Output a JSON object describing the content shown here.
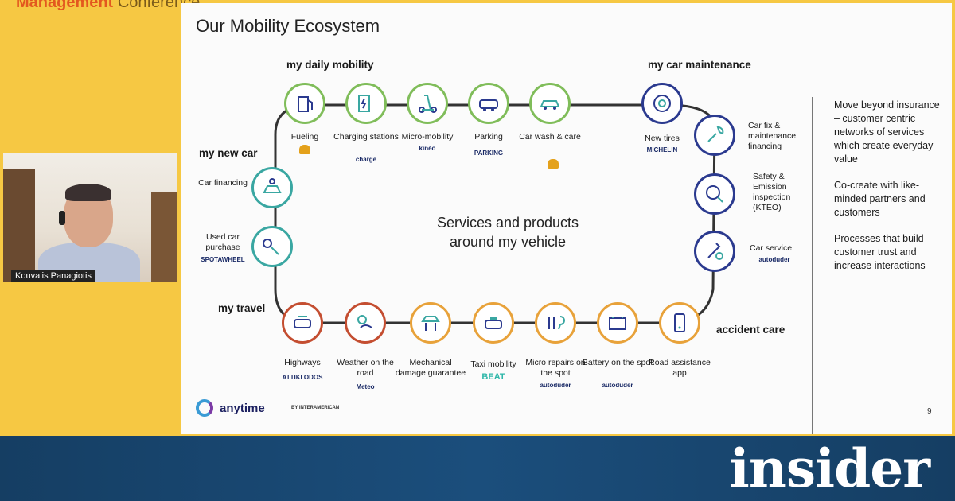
{
  "banner": {
    "left": "Management",
    "right": "Conference"
  },
  "slide": {
    "title": "Our Mobility Ecosystem",
    "categories": {
      "daily": "my daily mobility",
      "maintenance": "my car maintenance",
      "new_car": "my new car",
      "travel": "my travel",
      "accident": "accident care"
    },
    "center_text_line1": "Services and products",
    "center_text_line2": "around my vehicle",
    "daily_items": [
      {
        "label": "Fueling",
        "brand": ""
      },
      {
        "label": "Charging stations",
        "brand": "charge"
      },
      {
        "label": "Micro-mobility",
        "brand": "kinéo"
      },
      {
        "label": "Parking",
        "brand": "PARKING"
      },
      {
        "label": "Car wash & care",
        "brand": ""
      }
    ],
    "maintenance_items": [
      {
        "label": "New tires",
        "brand": "MICHELIN"
      },
      {
        "label": "Car fix & maintenance financing",
        "brand": ""
      },
      {
        "label": "Safety & Emission inspection (KTEO)",
        "brand": ""
      },
      {
        "label": "Car service",
        "brand": "autoduder"
      }
    ],
    "new_car_items": [
      {
        "label": "Car financing",
        "brand": ""
      },
      {
        "label": "Used car purchase",
        "brand": "SPOTAWHEEL"
      }
    ],
    "travel_items": [
      {
        "label": "Highways",
        "brand": "ATTIKI ODOS"
      },
      {
        "label": "Weather on the road",
        "brand": "Meteo"
      },
      {
        "label": "Mechanical damage guarantee",
        "brand": ""
      },
      {
        "label": "Taxi mobility",
        "brand": "BEAT"
      },
      {
        "label": "Micro repairs on the spot",
        "brand": "autoduder"
      },
      {
        "label": "Battery on the spot",
        "brand": "autoduder"
      },
      {
        "label": "Road assistance app",
        "brand": ""
      }
    ],
    "side_points": [
      "Move beyond insurance – customer centric networks of services which create everyday value",
      "Co-create with like-minded partners and customers",
      "Processes that build customer trust and increase interactions"
    ],
    "logo_text": "anytime",
    "logo_sub": "BY INTERAMERICAN",
    "page_number": "9"
  },
  "video": {
    "name": "Kouvalis Panagiotis"
  },
  "footer": {
    "logo": "insider"
  }
}
